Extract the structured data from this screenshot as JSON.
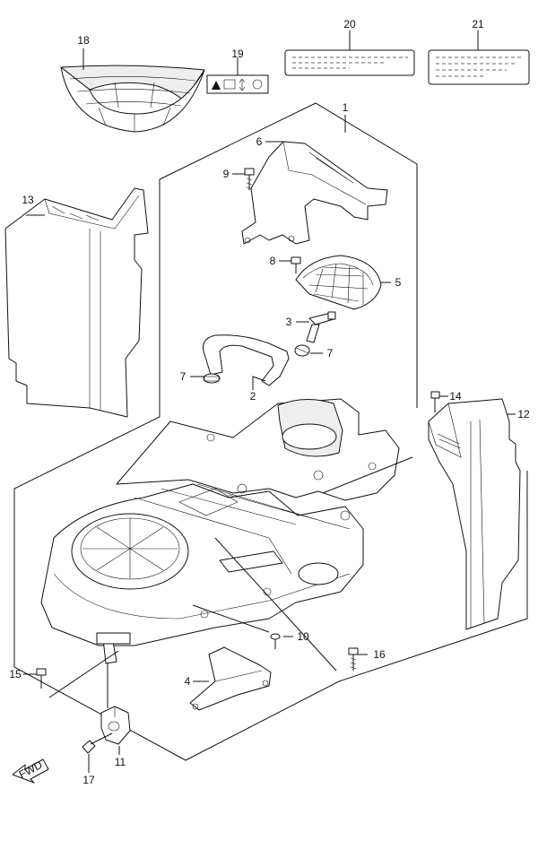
{
  "callouts": [
    {
      "id": "c1",
      "label": "1"
    },
    {
      "id": "c2",
      "label": "2"
    },
    {
      "id": "c3",
      "label": "3"
    },
    {
      "id": "c4",
      "label": "4"
    },
    {
      "id": "c5",
      "label": "5"
    },
    {
      "id": "c6",
      "label": "6"
    },
    {
      "id": "c7a",
      "label": "7"
    },
    {
      "id": "c7b",
      "label": "7"
    },
    {
      "id": "c8",
      "label": "8"
    },
    {
      "id": "c9",
      "label": "9"
    },
    {
      "id": "c10",
      "label": "10"
    },
    {
      "id": "c11",
      "label": "11"
    },
    {
      "id": "c12",
      "label": "12"
    },
    {
      "id": "c13",
      "label": "13"
    },
    {
      "id": "c14",
      "label": "14"
    },
    {
      "id": "c15",
      "label": "15"
    },
    {
      "id": "c16",
      "label": "16"
    },
    {
      "id": "c17",
      "label": "17"
    },
    {
      "id": "c18",
      "label": "18"
    },
    {
      "id": "c19",
      "label": "19"
    },
    {
      "id": "c20",
      "label": "20"
    },
    {
      "id": "c21",
      "label": "21"
    }
  ],
  "direction_arrow": {
    "label": "FWD"
  }
}
